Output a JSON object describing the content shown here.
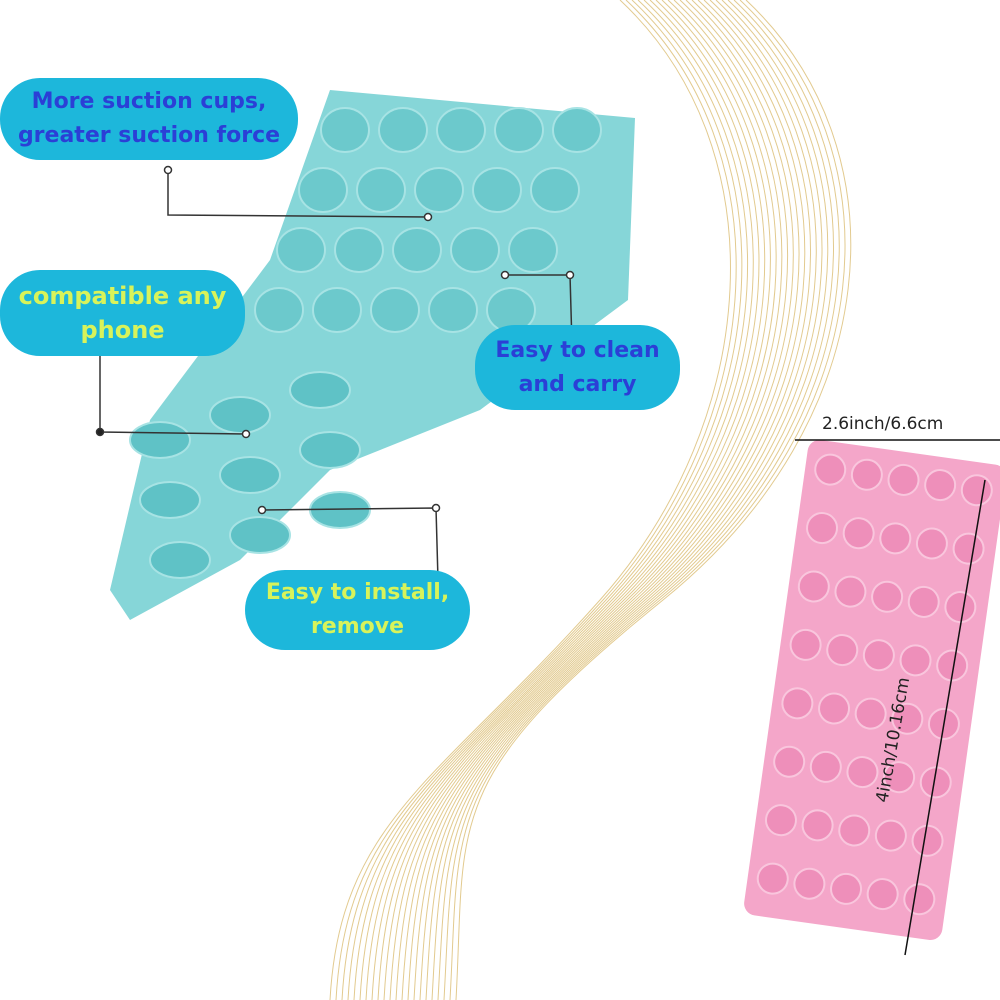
{
  "callouts": {
    "suction": "More suction cups, greater suction force",
    "compatible": "compatible any phone",
    "clean": "Easy to clean and carry",
    "install": "Easy to install, remove"
  },
  "dimensions": {
    "width": "2.6inch/6.6cm",
    "height": "4inch/10.16cm"
  },
  "colors": {
    "pill": "#1db7db",
    "teal_mat": "#7fd3d6",
    "pink_mat": "#f2a0c6",
    "swirl": "#d9b96a"
  }
}
